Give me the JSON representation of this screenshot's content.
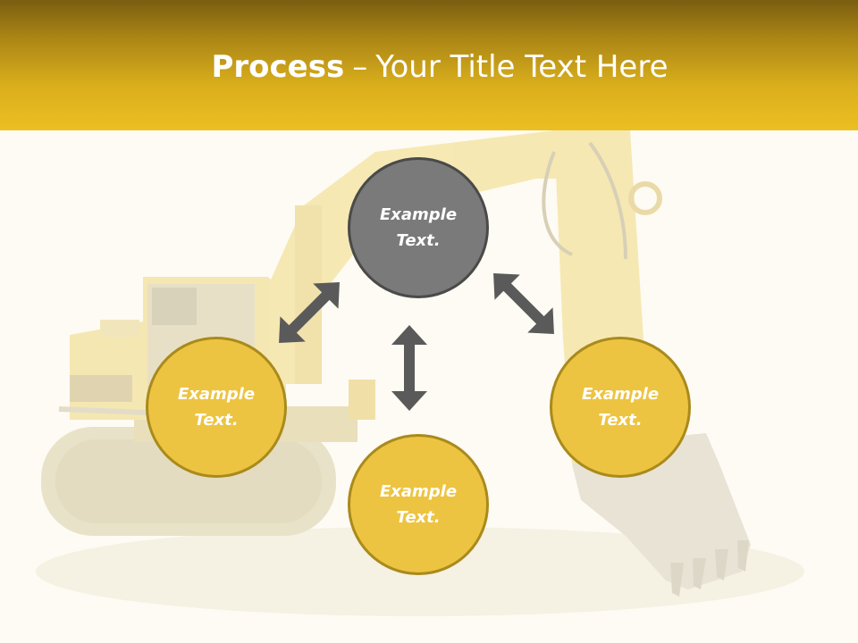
{
  "header": {
    "title_bold": "Process",
    "title_dash": "–",
    "title_rest": "Your Title Text Here"
  },
  "nodes": {
    "top": "Example Text.",
    "left": "Example Text.",
    "right": "Example Text.",
    "bottom": "Example Text."
  },
  "colors": {
    "header_gold": "#ecbf22",
    "header_dark": "#7a5d10",
    "node_gray": "#7a7a7a",
    "node_yellow": "#edc441",
    "arrow": "#5a5a5a"
  },
  "icons": {
    "background": "excavator-illustration",
    "arrows": "double-headed-arrow"
  }
}
